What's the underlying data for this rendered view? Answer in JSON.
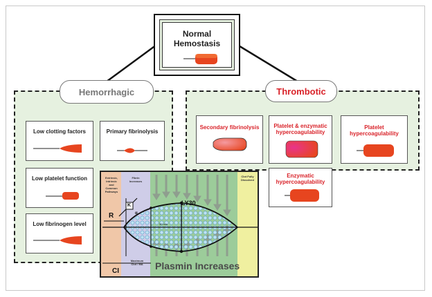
{
  "top": {
    "title_line1": "Normal",
    "title_line2": "Hemostasis"
  },
  "hemorrhagic": {
    "label": "Hemorrhagic",
    "boxes": [
      {
        "label": "Low clotting factors"
      },
      {
        "label": "Primary fibrinolysis"
      },
      {
        "label": "Low platelet function"
      },
      {
        "label": "Low fibrinogen level"
      }
    ]
  },
  "thrombotic": {
    "label": "Thrombotic",
    "boxes": [
      {
        "label": "Secondary fibrinolysis"
      },
      {
        "label_line1": "Platelet & enzymatic",
        "label_line2": "hypercoagulability"
      },
      {
        "label_line1": "Platelet",
        "label_line2": "hypercoagulability"
      },
      {
        "label_line1": "Enzymatic",
        "label_line2": "hypercoagulability"
      }
    ]
  },
  "teg": {
    "zone1_lines": [
      "Extrinsic,",
      "Intrinsic",
      "and",
      "Common",
      "Pathways"
    ],
    "zone2_lines": [
      "Fibrin",
      "Increases"
    ],
    "zone4_lines": [
      "Clot Fully",
      "Dissolved"
    ],
    "r_label": "R",
    "k_label": "K",
    "ly30_label": "LY30",
    "angle_label": "α",
    "minute_label": "30 min",
    "ma_lines": [
      "Maximum",
      "Clot / MA"
    ],
    "ci_label": "CI",
    "plasmin_label": "Plasmin Increases"
  },
  "colors": {
    "panel": "#e6f1e0",
    "red_text": "#d9232a",
    "teg_peach": "#f0c7a8",
    "teg_lavender": "#cfcde8",
    "teg_green": "#9ccc9a",
    "teg_yellow": "#f0f0a0"
  }
}
